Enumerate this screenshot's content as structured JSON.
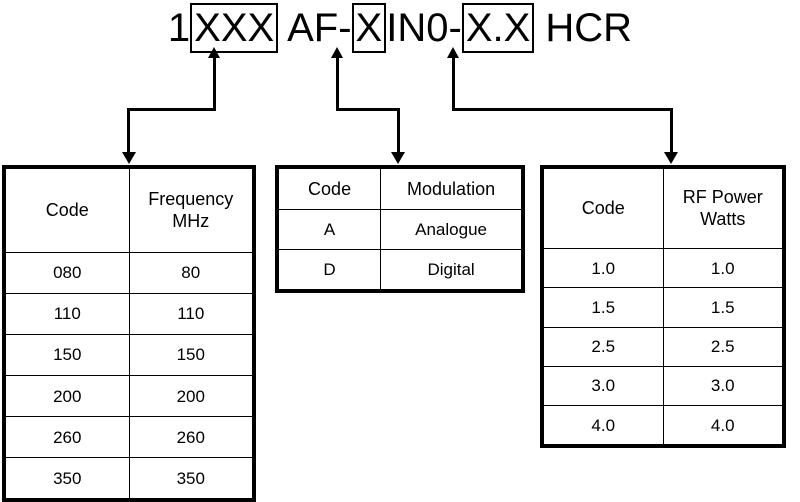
{
  "part_number": {
    "segments": [
      {
        "text": "1",
        "boxed": false,
        "name": "pn-prefix-1"
      },
      {
        "text": "XXX",
        "boxed": true,
        "name": "pn-frequency-code"
      },
      {
        "text": " AF-",
        "boxed": false,
        "name": "pn-literal-af"
      },
      {
        "text": "X",
        "boxed": true,
        "name": "pn-modulation-code"
      },
      {
        "text": "IN0-",
        "boxed": false,
        "name": "pn-literal-in0"
      },
      {
        "text": "X.X",
        "boxed": true,
        "name": "pn-rfpower-code"
      },
      {
        "text": " HCR",
        "boxed": false,
        "name": "pn-suffix-hcr"
      }
    ],
    "full_text": "1XXX AF-XIN0-X.X HCR"
  },
  "tables": {
    "frequency": {
      "headers": [
        "Code",
        "Frequency\nMHz"
      ],
      "header_code": "Code",
      "header_value_line1": "Frequency",
      "header_value_line2": "MHz",
      "rows": [
        {
          "code": "080",
          "value": "80"
        },
        {
          "code": "110",
          "value": "110"
        },
        {
          "code": "150",
          "value": "150"
        },
        {
          "code": "200",
          "value": "200"
        },
        {
          "code": "260",
          "value": "260"
        },
        {
          "code": "350",
          "value": "350"
        }
      ]
    },
    "modulation": {
      "headers": [
        "Code",
        "Modulation"
      ],
      "header_code": "Code",
      "header_value": "Modulation",
      "rows": [
        {
          "code": "A",
          "value": "Analogue"
        },
        {
          "code": "D",
          "value": "Digital"
        }
      ]
    },
    "rfpower": {
      "headers": [
        "Code",
        "RF Power\nWatts"
      ],
      "header_code": "Code",
      "header_value_line1": "RF Power",
      "header_value_line2": "Watts",
      "rows": [
        {
          "code": "1.0",
          "value": "1.0"
        },
        {
          "code": "1.5",
          "value": "1.5"
        },
        {
          "code": "2.5",
          "value": "2.5"
        },
        {
          "code": "3.0",
          "value": "3.0"
        },
        {
          "code": "4.0",
          "value": "4.0"
        }
      ]
    }
  },
  "colors": {
    "line": "#000000",
    "background": "#ffffff",
    "text": "#000000"
  }
}
